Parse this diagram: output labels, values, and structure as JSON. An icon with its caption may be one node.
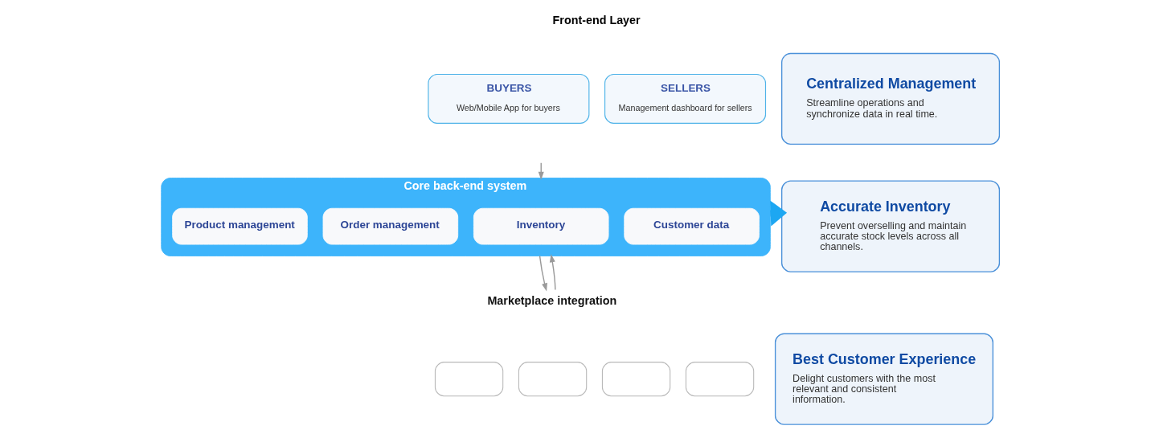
{
  "diagram": {
    "nodes": [
      {
        "text": [
          "BUYERS",
          "Web/Mobile App for buyers"
        ]
      },
      {
        "text": [
          "SELLERS",
          "Management dashboard for sellers"
        ]
      },
      {
        "text": [
          "Core back-end system"
        ]
      },
      {
        "text": [
          "Product management"
        ],
        "in": 2
      },
      {
        "text": [
          "Order management"
        ],
        "in": 2
      },
      {
        "text": [
          "Inventory"
        ],
        "in": 2
      },
      {
        "text": [
          "Customer data"
        ],
        "in": 2
      },
      {
        "text": [
          "Marketplace integration"
        ]
      },
      {
        "text": [],
        "shape": "box"
      },
      {
        "text": [],
        "shape": "box"
      },
      {
        "text": [],
        "shape": "box"
      },
      {
        "text": [],
        "shape": "box"
      },
      {
        "text": [
          "Centralized Management",
          "Streamline operations and synchronize data in real time."
        ]
      },
      {
        "text": [
          "Accurate Inventory",
          "Prevent overselling and maintain accurate stock levels across all channels."
        ]
      },
      {
        "text": [
          "Best Customer Experience",
          "Delight customers with the most relevant and consistent information."
        ]
      }
    ],
    "edges": [
      {
        "from": null,
        "to": 2,
        "arrow": "to"
      },
      {
        "from": 2,
        "to": 7,
        "arrow": "to"
      },
      {
        "from": 7,
        "to": 2,
        "arrow": "to"
      },
      {
        "from": 2,
        "to": 13,
        "arrow": "to",
        "style": "thick",
        "color": "#1da7f2"
      }
    ],
    "labels": [
      "Front-end Layer"
    ]
  }
}
